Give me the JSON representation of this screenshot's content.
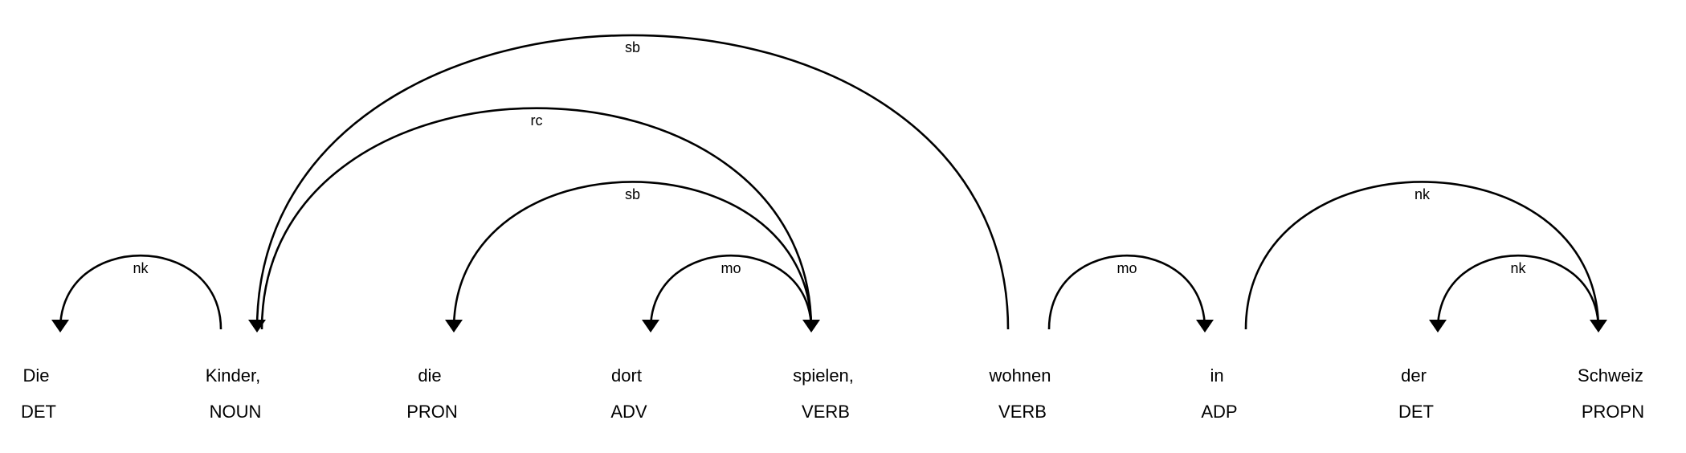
{
  "colors": {
    "background": "#ffffff",
    "foreground": "#000000"
  },
  "tokens": [
    {
      "text": "Die",
      "tag": "DET"
    },
    {
      "text": "Kinder,",
      "tag": "NOUN"
    },
    {
      "text": "die",
      "tag": "PRON"
    },
    {
      "text": "dort",
      "tag": "ADV"
    },
    {
      "text": "spielen,",
      "tag": "VERB"
    },
    {
      "text": "wohnen",
      "tag": "VERB"
    },
    {
      "text": "in",
      "tag": "ADP"
    },
    {
      "text": "der",
      "tag": "DET"
    },
    {
      "text": "Schweiz",
      "tag": "PROPN"
    }
  ],
  "arcs": [
    {
      "start": 0,
      "end": 1,
      "label": "nk",
      "dir": "left"
    },
    {
      "start": 1,
      "end": 5,
      "label": "sb",
      "dir": "left"
    },
    {
      "start": 1,
      "end": 4,
      "label": "rc",
      "dir": "right"
    },
    {
      "start": 2,
      "end": 4,
      "label": "sb",
      "dir": "left"
    },
    {
      "start": 3,
      "end": 4,
      "label": "mo",
      "dir": "left"
    },
    {
      "start": 5,
      "end": 6,
      "label": "mo",
      "dir": "right"
    },
    {
      "start": 6,
      "end": 8,
      "label": "nk",
      "dir": "right"
    },
    {
      "start": 7,
      "end": 8,
      "label": "nk",
      "dir": "left"
    }
  ]
}
